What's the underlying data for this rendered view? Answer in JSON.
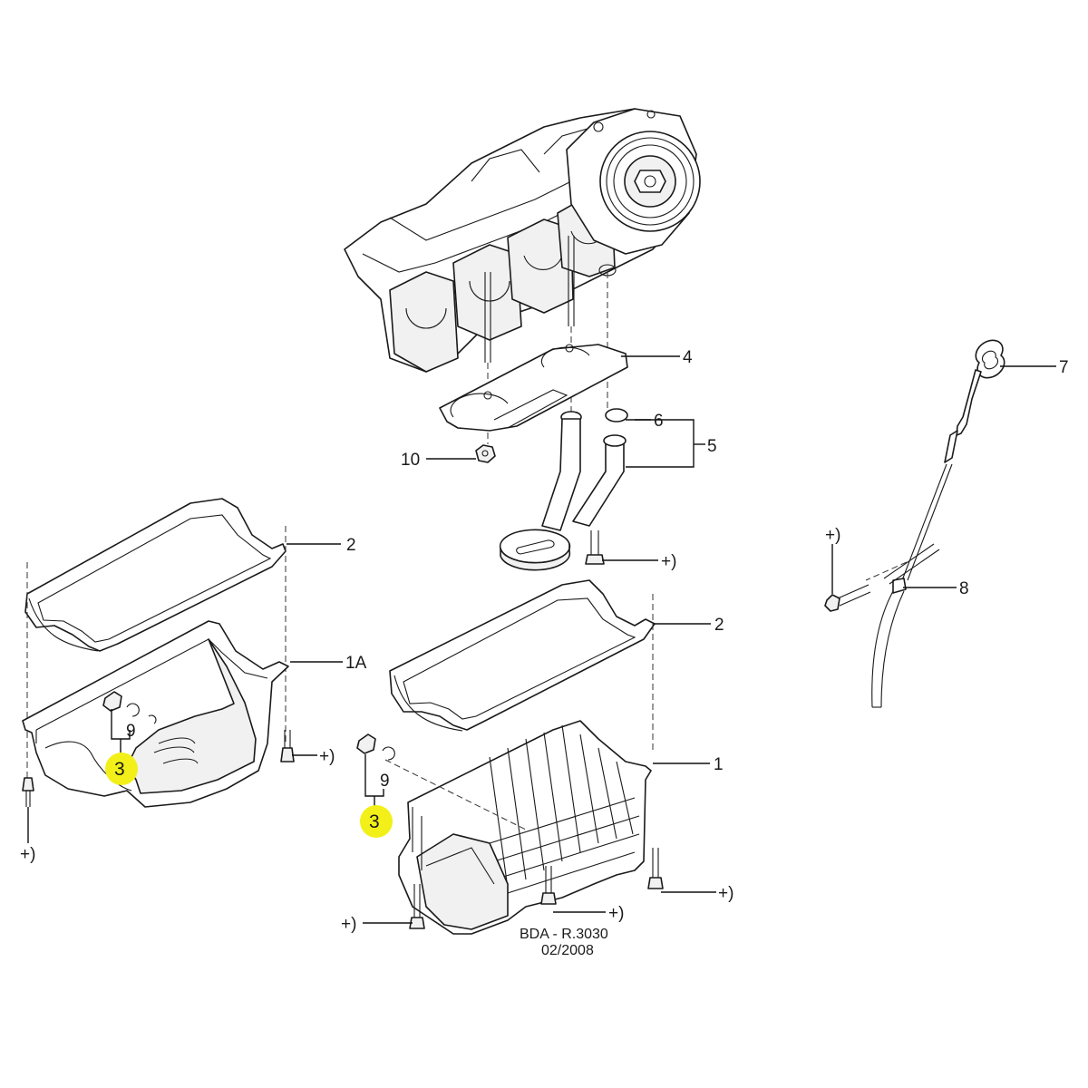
{
  "colors": {
    "highlight": "#f2f018",
    "line": "#1a1a1a",
    "background": "#ffffff"
  },
  "callouts": {
    "c1": "1",
    "c1A": "1A",
    "c2_left": "2",
    "c2_right": "2",
    "c3_left": "3",
    "c3_right": "3",
    "c4": "4",
    "c5": "5",
    "c6": "6",
    "c7": "7",
    "c8": "8",
    "c9_left": "9",
    "c9_right": "9",
    "c10": "10",
    "plus_marker": "+)"
  },
  "stamp": {
    "code": "BDA - R.3030",
    "date": "02/2008"
  }
}
